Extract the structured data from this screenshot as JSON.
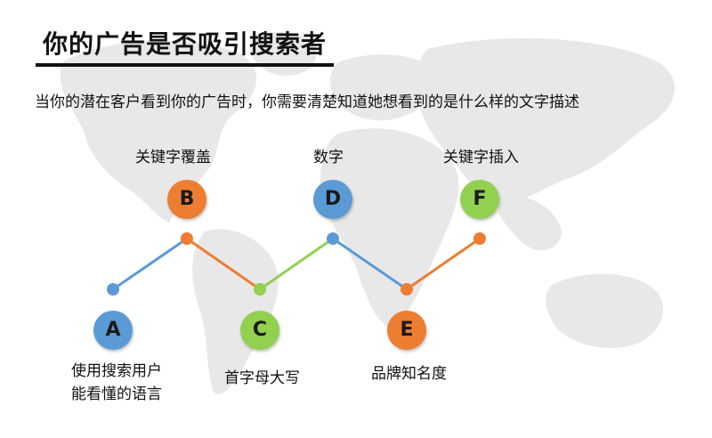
{
  "title": "你的广告是否吸引搜索者",
  "subtitle": "当你的潜在客户看到你的广告时，你需要清楚知道她想看到的是什么样的文字描述",
  "colors": {
    "orange": "#ED7D31",
    "blue": "#5B9BD5",
    "green": "#92D050",
    "map": "#E6E6E6"
  },
  "nodes": {
    "A": {
      "letter": "A",
      "label_line1": "使用搜索用户",
      "label_line2": "能看懂的语言",
      "color": "#5B9BD5"
    },
    "B": {
      "letter": "B",
      "label": "关键字覆盖",
      "color": "#ED7D31"
    },
    "C": {
      "letter": "C",
      "label": "首字母大写",
      "color": "#92D050"
    },
    "D": {
      "letter": "D",
      "label": "数字",
      "color": "#5B9BD5"
    },
    "E": {
      "letter": "E",
      "label": "品牌知名度",
      "color": "#ED7D31"
    },
    "F": {
      "letter": "F",
      "label": "关键字插入",
      "color": "#92D050"
    }
  }
}
